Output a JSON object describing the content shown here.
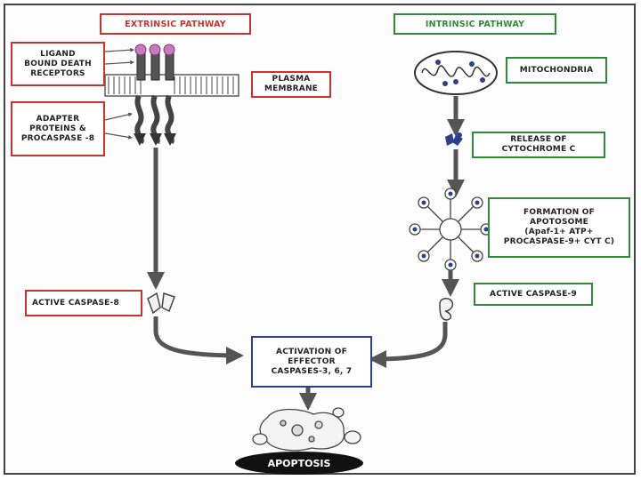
{
  "extrinsic": {
    "title": "EXTRINSIC PATHWAY",
    "ligand_label": "LIGAND\nBOUND DEATH\nRECEPTORS",
    "plasma_membrane_label": "PLASMA\nMEMBRANE",
    "adapter_label": "ADAPTER\nPROTEINS &\nPROCASPASE -8",
    "active_caspase_label": "ACTIVE CASPASE-8"
  },
  "intrinsic": {
    "title": "INTRINSIC PATHWAY",
    "mitochondria_label": "MITOCHONDRIA",
    "cytochrome_label": "RELEASE OF\nCYTOCHROME C",
    "apoptosome_label": "FORMATION OF\nAPOTOSOME\n(Apaf-1+ ATP+\nPROCASPASE-9+ CYT C)",
    "active_caspase_label": "ACTIVE CASPASE-9"
  },
  "effector_label": "ACTIVATION OF\nEFFECTOR\nCASPASES-3, 6, 7",
  "apoptosis_label": "APOPTOSIS",
  "colors": {
    "extrinsic": "#c8322f",
    "intrinsic": "#2f8a3a",
    "effector": "#2d3f8f",
    "arrow": "#555555",
    "ligand": "#c77ac0"
  }
}
